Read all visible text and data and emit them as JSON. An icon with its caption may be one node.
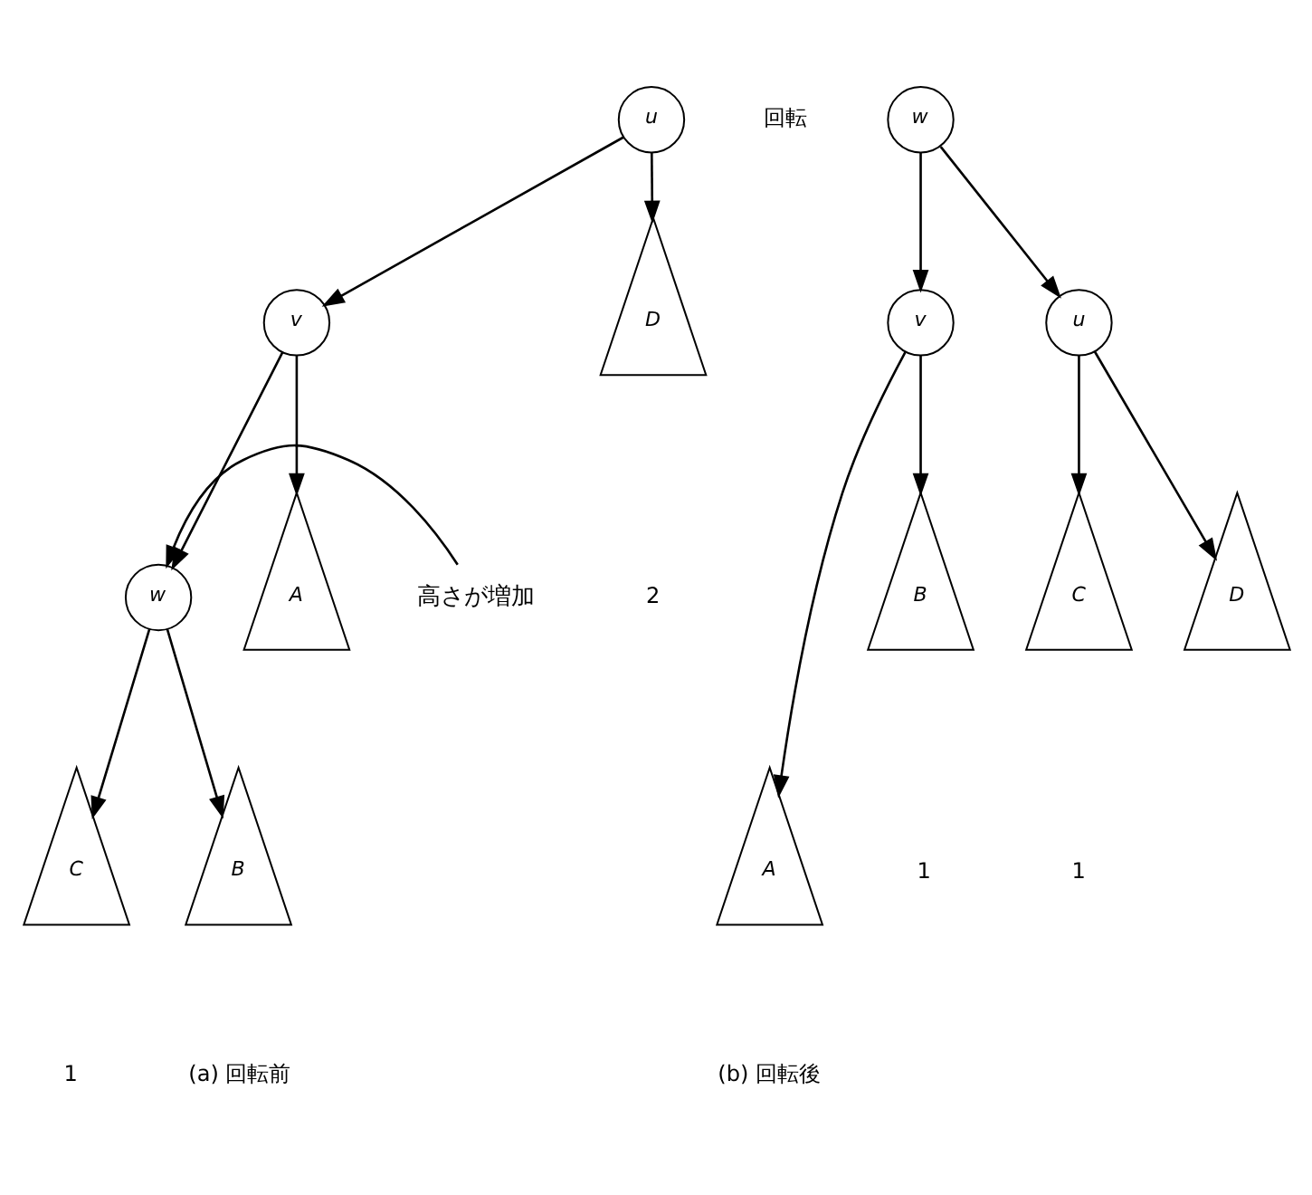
{
  "diagram": {
    "nodes": [
      {
        "text": [
          "u"
        ]
      },
      {
        "text": [
          "v"
        ]
      },
      {
        "text": [
          "w"
        ]
      },
      {
        "text": [
          "A"
        ]
      },
      {
        "text": [
          "B"
        ]
      },
      {
        "text": [
          "C"
        ]
      },
      {
        "text": [
          "D"
        ]
      },
      {
        "text": [
          "高さが増加"
        ]
      },
      {
        "text": [
          "w"
        ]
      },
      {
        "text": [
          "v"
        ]
      },
      {
        "text": [
          "u"
        ]
      },
      {
        "text": [
          "A"
        ]
      },
      {
        "text": [
          "B"
        ]
      },
      {
        "text": [
          "C"
        ]
      },
      {
        "text": [
          "D"
        ]
      }
    ],
    "edges": [
      {
        "from": 0,
        "to": 1,
        "arrow": "to"
      },
      {
        "from": 0,
        "to": 6,
        "arrow": "to"
      },
      {
        "from": 1,
        "to": 3,
        "arrow": "to"
      },
      {
        "from": 1,
        "to": 2,
        "arrow": "to"
      },
      {
        "from": 7,
        "to": 2,
        "arrow": "to"
      },
      {
        "from": 2,
        "to": 4,
        "arrow": "to"
      },
      {
        "from": 2,
        "to": 5,
        "arrow": "to"
      },
      {
        "from": 8,
        "to": 9,
        "arrow": "to"
      },
      {
        "from": 8,
        "to": 10,
        "arrow": "to"
      },
      {
        "from": 9,
        "to": 11,
        "arrow": "to"
      },
      {
        "from": 9,
        "to": 12,
        "arrow": "to"
      },
      {
        "from": 10,
        "to": 13,
        "arrow": "to"
      },
      {
        "from": 10,
        "to": 14,
        "arrow": "to"
      }
    ],
    "labels": [
      "回転",
      "2",
      "1",
      "1",
      "1",
      "(a) 回転前",
      "(b) 回転後"
    ]
  }
}
